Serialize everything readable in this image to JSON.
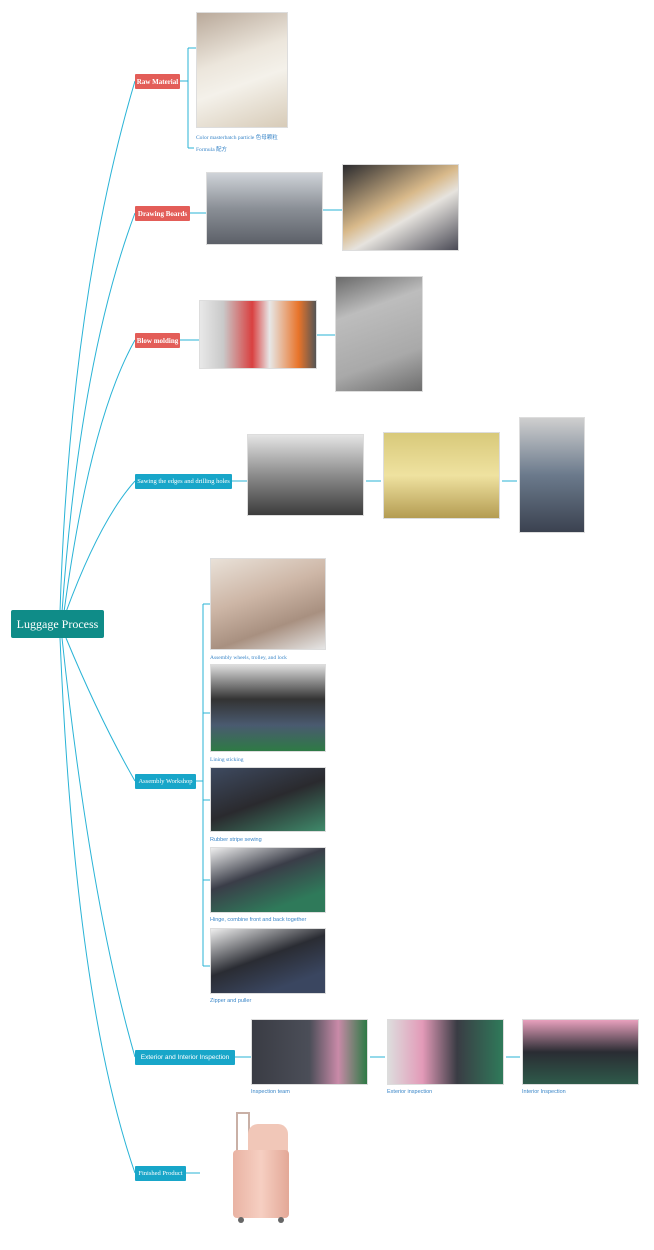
{
  "root": {
    "label": "Luggage Process"
  },
  "colors": {
    "root": "#0f8c88",
    "red_branch": "#e35d58",
    "blue_branch": "#18a6c9",
    "connector": "#29b3d6",
    "caption": "#3a86c8"
  },
  "branches": [
    {
      "label": "Raw Material",
      "captions": [
        "Color masterbatch particle 色母颗粒",
        "Formula 配方"
      ]
    },
    {
      "label": "Drawing Boards"
    },
    {
      "label": "Blow molding"
    },
    {
      "label": "Sawing the edges and drilling holes"
    },
    {
      "label": "Assembly Workshop",
      "captions": [
        "Assembly wheels, trolley, and lock",
        "Lining sticking",
        "Rubber stripe sewing",
        "Hinge, combine front and back together",
        "Zipper and puller"
      ]
    },
    {
      "label": "Exterior and Interior Inspection",
      "captions": [
        "Inspection team",
        "Exterior inspection",
        "Interior Inspection"
      ]
    },
    {
      "label": "Finished Product"
    }
  ]
}
